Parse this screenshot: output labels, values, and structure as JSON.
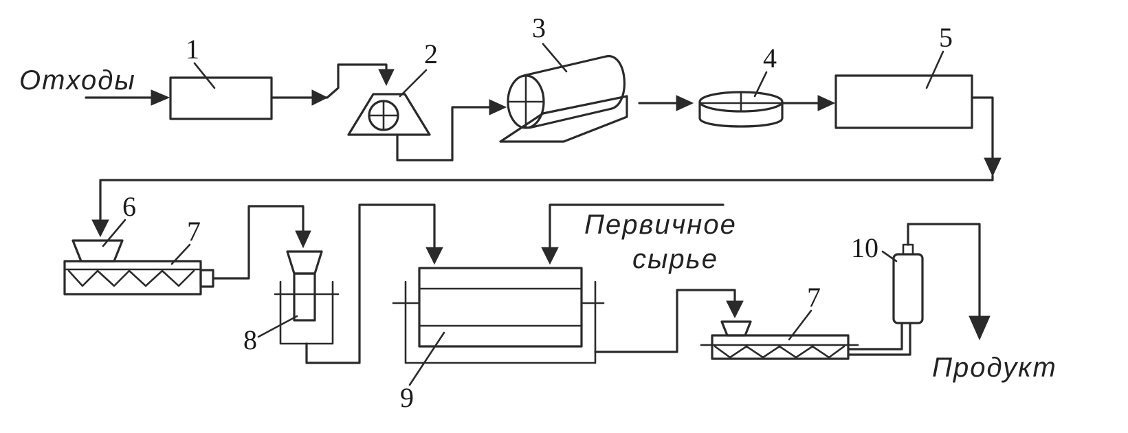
{
  "diagram": {
    "labels": {
      "input": "Отходы",
      "primary_line1": "Первичное",
      "primary_line2": "сырье",
      "output": "Продукт"
    },
    "equipment_numbers": [
      "1",
      "2",
      "3",
      "4",
      "5",
      "6",
      "7",
      "7",
      "8",
      "9",
      "10"
    ]
  }
}
